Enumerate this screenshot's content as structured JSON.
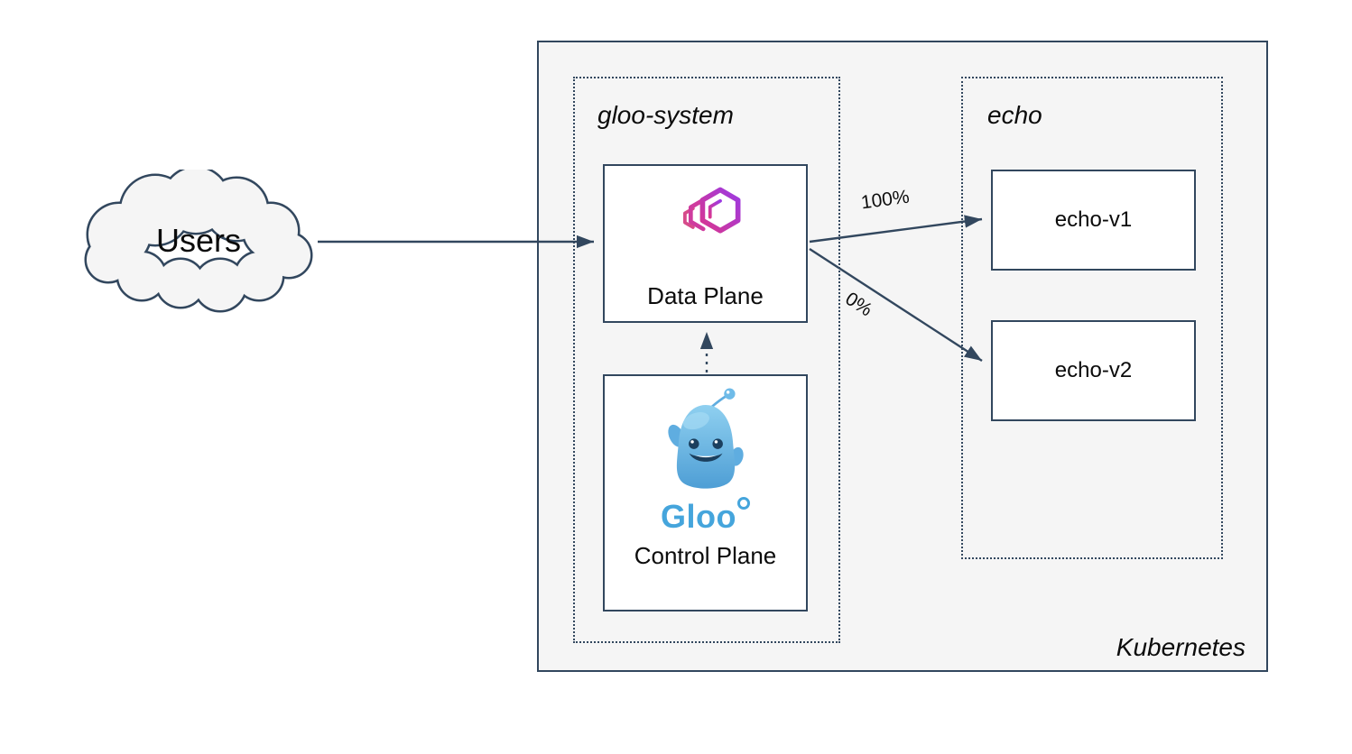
{
  "diagram": {
    "users_label": "Users",
    "kubernetes_label": "Kubernetes",
    "namespaces": {
      "gloo_system": {
        "label": "gloo-system"
      },
      "echo": {
        "label": "echo"
      }
    },
    "nodes": {
      "data_plane": {
        "label": "Data Plane"
      },
      "control_plane": {
        "label": "Control Plane",
        "logo_text": "Gloo"
      },
      "echo_v1": {
        "label": "echo-v1"
      },
      "echo_v2": {
        "label": "echo-v2"
      }
    },
    "edges": {
      "to_v1_label": "100%",
      "to_v2_label": "0%"
    },
    "icons": {
      "gateway": "gloo-gateway-hexagon-icon",
      "mascot": "gloo-mascot-icon",
      "cloud": "users-cloud-shape"
    },
    "colors": {
      "border": "#32475e",
      "box_fill": "#f5f5f5",
      "node_fill": "#ffffff",
      "gloo_pink": "#d93690",
      "gloo_purple": "#9c3ae2",
      "mascot_blue": "#5fade0",
      "wordmark_blue": "#45a5dc"
    }
  }
}
